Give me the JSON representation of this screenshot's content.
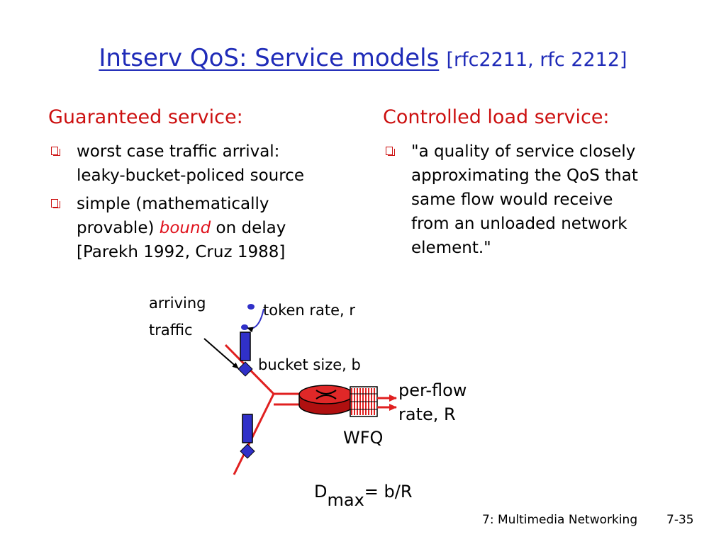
{
  "title": {
    "main": "Intserv QoS: Service models",
    "ref": "[rfc2211, rfc 2212]"
  },
  "guaranteed": {
    "heading": "Guaranteed service:",
    "bullet1_line1": "worst case traffic arrival:",
    "bullet1_line2": "leaky-bucket-policed source",
    "bullet2_line1": "simple (mathematically",
    "bullet2_pre": "provable) ",
    "bullet2_em": "bound",
    "bullet2_post": " on delay",
    "bullet2_line3": "[Parekh 1992, Cruz 1988]"
  },
  "controlled": {
    "heading": "Controlled load service:",
    "line1": "\"a quality of service closely",
    "line2": "approximating the QoS that",
    "line3": "same flow would receive",
    "line4": "from an unloaded network",
    "line5": "element.\""
  },
  "diagram": {
    "arriving": "arriving",
    "traffic": "traffic",
    "token_rate": "token rate, r",
    "bucket_size": "bucket size, b",
    "per_flow": "per-flow",
    "rate": "rate, R",
    "wfq": "WFQ",
    "formula_d": "D",
    "formula_sub": "max",
    "formula_rest": "= b/R",
    "colors": {
      "link": "#e02020",
      "router": "#d81818",
      "bucket": "#3030c8",
      "arrow": "#000000"
    }
  },
  "footer": {
    "chapter": "7: Multimedia Networking",
    "page": "7-35"
  }
}
